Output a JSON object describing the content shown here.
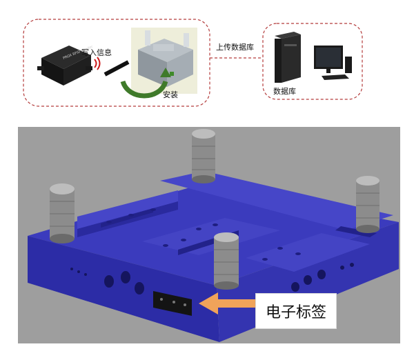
{
  "top_diagram": {
    "write_label": "写入信息",
    "install_label": "安装",
    "upload_label": "上传数据库",
    "database_label": "数据库",
    "reader_device_text": "PROX  RFID Reader",
    "colors": {
      "dashed_border": "#b33a3a",
      "arrow_green": "#3f7a2a",
      "reader_body": "#1a1a1a"
    }
  },
  "mold_render": {
    "callout_label": "电子标签",
    "colors": {
      "background": "#9e9e9e",
      "mold": "#3a3ab8",
      "pillar": "#8e8e8e",
      "arrow": "#f0a35a"
    }
  }
}
